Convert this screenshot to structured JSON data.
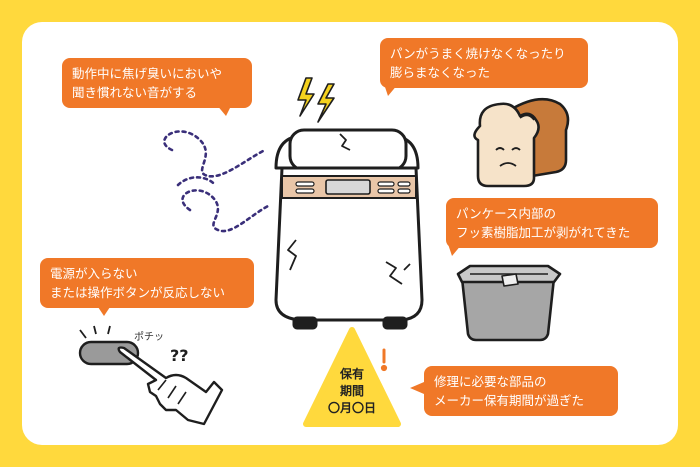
{
  "bubbles": {
    "noise_smell": [
      "動作中に焦げ臭いにおいや",
      "聞き慣れない音がする"
    ],
    "bread_fail": [
      "パンがうまく焼けなくなったり",
      "膨らまなくなった"
    ],
    "coating_peel": [
      "パンケース内部の",
      "フッ素樹脂加工が剥がれてきた"
    ],
    "no_power": [
      "電源が入らない",
      "または操作ボタンが反応しない"
    ],
    "parts_period": [
      "修理に必要な部品の",
      "メーカー保有期間が過ぎた"
    ]
  },
  "press_sound": "ポチッ",
  "confusion_marks": "??",
  "exclaim_mark": "!",
  "warning_badge": [
    "保有",
    "期間",
    "〇月〇日"
  ],
  "colors": {
    "background": "#FFD93D",
    "card": "#FFFFFF",
    "bubble": "#F07828",
    "accent_dark": "#1E1E1E",
    "machine_panel": "#E9C6A8",
    "bolt": "#F5D21E"
  },
  "icons": [
    "lightning-icon",
    "bread-loaf-icon",
    "bread-pan-icon",
    "pointing-hand-icon",
    "warning-triangle-icon",
    "smell-swirl-icon"
  ]
}
